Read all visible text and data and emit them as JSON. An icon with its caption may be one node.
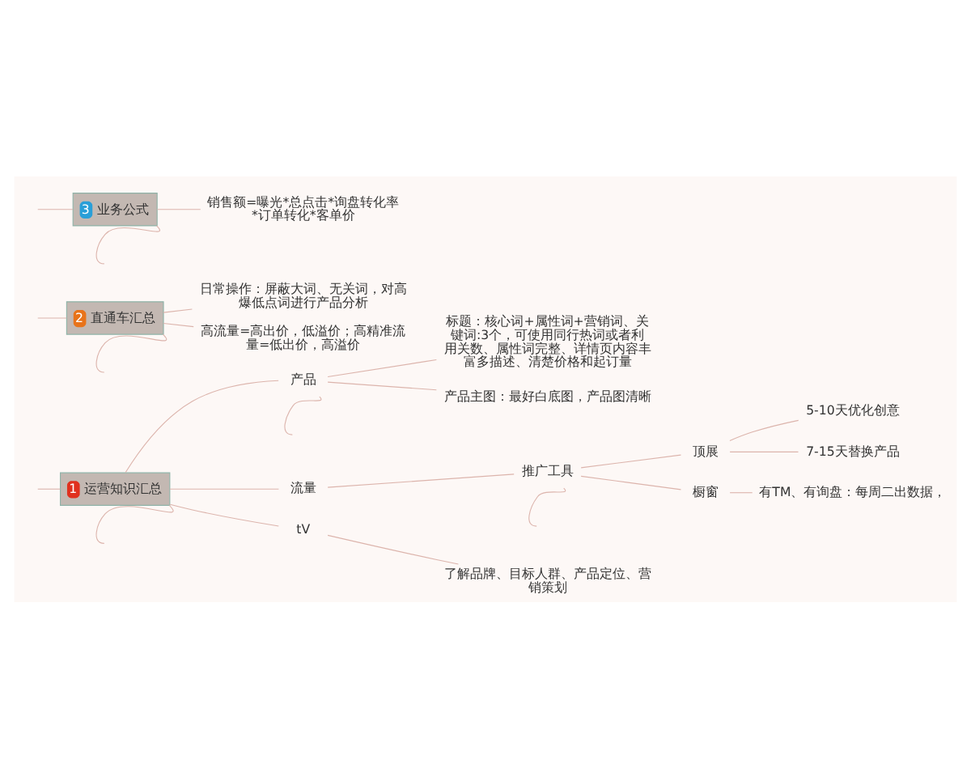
{
  "diagram": {
    "nodes": [
      {
        "text": [
          "1",
          "运营知识汇总"
        ]
      },
      {
        "text": [
          "产品"
        ]
      },
      {
        "text": [
          "标题：核心词+属性词+营销词、关键词:3个，可使用同行热词或者利用关数、属性词完整、详情页内容丰富多描述、清楚价格和起订量"
        ]
      },
      {
        "text": [
          "产品主图：最好白底图，产品图清晰"
        ]
      },
      {
        "text": [
          "流量"
        ]
      },
      {
        "text": [
          "推广工具"
        ]
      },
      {
        "text": [
          "顶展"
        ]
      },
      {
        "text": [
          "5-10天优化创意"
        ]
      },
      {
        "text": [
          "7-15天替换产品"
        ]
      },
      {
        "text": [
          "橱窗"
        ]
      },
      {
        "text": [
          "有TM、有询盘：每周二出数据，"
        ]
      },
      {
        "text": [
          "tV"
        ]
      },
      {
        "text": [
          "了解品牌、目标人群、产品定位、营销策划"
        ]
      },
      {
        "text": [
          "2",
          "直通车汇总"
        ]
      },
      {
        "text": [
          "日常操作：屏蔽大词、无关词，对高爆低点词进行产品分析"
        ]
      },
      {
        "text": [
          "高流量=高出价，低溢价；高精准流量=低出价，高溢价"
        ]
      },
      {
        "text": [
          "3",
          "业务公式"
        ]
      },
      {
        "text": [
          "销售额=曝光*总点击*询盘转化率*订单转化*客单价"
        ]
      }
    ],
    "edges": [
      {
        "from": null,
        "to": 0,
        "arrow": "none"
      },
      {
        "from": 0,
        "to": null,
        "arrow": "none"
      },
      {
        "from": 0,
        "to": 1,
        "arrow": "none"
      },
      {
        "from": 0,
        "to": 4,
        "arrow": "none"
      },
      {
        "from": 0,
        "to": 11,
        "arrow": "none"
      },
      {
        "from": 1,
        "to": null,
        "arrow": "none"
      },
      {
        "from": 1,
        "to": 2,
        "arrow": "none"
      },
      {
        "from": 1,
        "to": 3,
        "arrow": "none"
      },
      {
        "from": 4,
        "to": 5,
        "arrow": "none"
      },
      {
        "from": 5,
        "to": 6,
        "arrow": "none"
      },
      {
        "from": 5,
        "to": 9,
        "arrow": "none"
      },
      {
        "from": 5,
        "to": null,
        "arrow": "none"
      },
      {
        "from": 6,
        "to": 7,
        "arrow": "none"
      },
      {
        "from": 6,
        "to": 8,
        "arrow": "none"
      },
      {
        "from": 9,
        "to": 10,
        "arrow": "none"
      },
      {
        "from": 11,
        "to": 12,
        "arrow": "none"
      },
      {
        "from": null,
        "to": 13,
        "arrow": "none"
      },
      {
        "from": 13,
        "to": 14,
        "arrow": "none"
      },
      {
        "from": 13,
        "to": 15,
        "arrow": "none"
      },
      {
        "from": 13,
        "to": null,
        "arrow": "none"
      },
      {
        "from": null,
        "to": 16,
        "arrow": "none"
      },
      {
        "from": 16,
        "to": 17,
        "arrow": "none"
      },
      {
        "from": 16,
        "to": null,
        "arrow": "none"
      }
    ]
  }
}
